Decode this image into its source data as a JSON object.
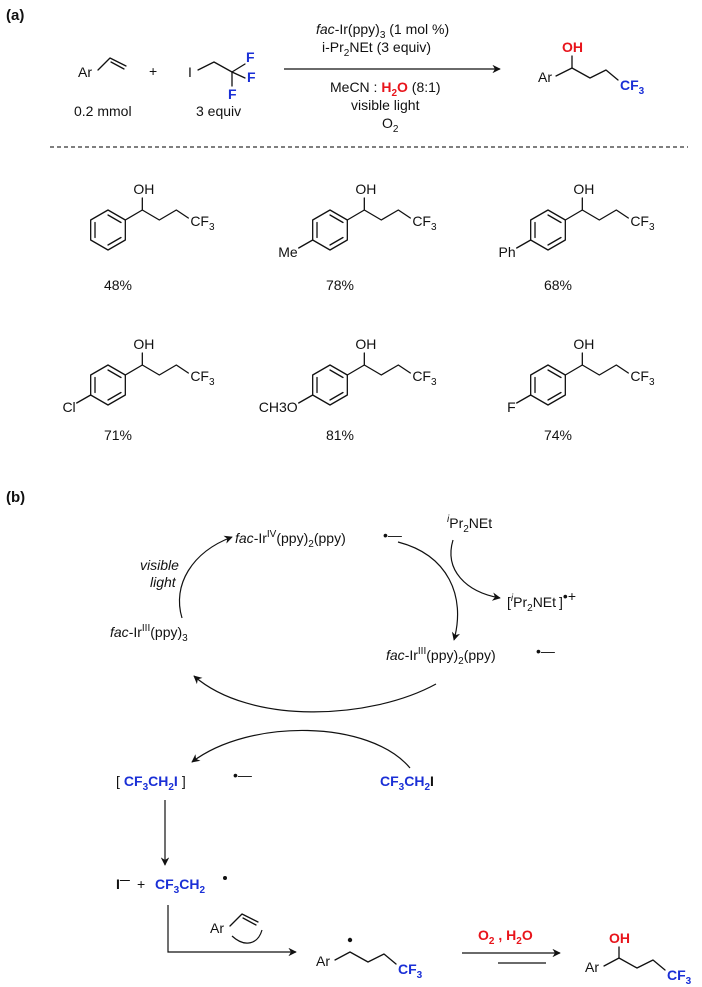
{
  "panel_a": {
    "label": "(a)",
    "ar": "Ar",
    "plus": "+",
    "i_atom": "I",
    "f_atom": "F",
    "styrene_amount": "0.2 mmol",
    "iodide_amount": "3 equiv",
    "conditions": {
      "catalyst_prefix": "fac",
      "catalyst_rest": "-Ir(ppy)",
      "catalyst_sub": "3",
      "catalyst_loading": " (1 mol %)",
      "base_pre": "i-Pr",
      "base_sub": "2",
      "base_post": "NEt (3 equiv)",
      "solvent_pre": "MeCN : ",
      "solvent_water_h": "H",
      "solvent_water_sub": "2",
      "solvent_water_o": "O",
      "solvent_ratio": " (8:1)",
      "light": "visible light",
      "oxygen_o": "O",
      "oxygen_sub": "2"
    },
    "product": {
      "oh": "OH",
      "ar": "Ar",
      "cf": "CF",
      "cf_sub": "3"
    },
    "examples": [
      {
        "substituent": "",
        "yield": "48%"
      },
      {
        "substituent": "Me",
        "yield": "78%"
      },
      {
        "substituent": "Ph",
        "yield": "68%"
      },
      {
        "substituent": "Cl",
        "yield": "71%"
      },
      {
        "substituent": "CH3O",
        "yield": "81%"
      },
      {
        "substituent": "F",
        "yield": "74%"
      }
    ],
    "example_oh": "OH",
    "example_cf": "CF",
    "example_cf_sub": "3"
  },
  "panel_b": {
    "label": "(b)",
    "fac": "fac",
    "ir": "-Ir",
    "ir_iv_sup": "IV",
    "ir_iii_sup": "III",
    "ppy2": "(ppy)",
    "ppy2_sub": "2",
    "ppy_tail": "(ppy)",
    "ppy3": "(ppy)",
    "ppy3_sub": "3",
    "radical_anion": "•—",
    "radical_cation": "•+",
    "amine_sup": "i",
    "amine_pr": "Pr",
    "amine_sub": "2",
    "amine_net": "NEt",
    "visible": "visible",
    "light": "light",
    "cf3ch2i_cf": "CF",
    "cf3ch2i_sub3": "3",
    "cf3ch2i_ch": "CH",
    "cf3ch2i_sub2": "2",
    "cf3ch2i_i": "I",
    "bracket_open": "[",
    "bracket_close": "]",
    "iodide": "I",
    "iodide_charge": "—",
    "plus": "+",
    "ar": "Ar",
    "o2_o": "O",
    "o2_sub": "2",
    "h2o_h": "H",
    "h2o_sub": "2",
    "h2o_o": "O",
    "comma": " , ",
    "oh": "OH",
    "cf": "CF",
    "cf_sub": "3"
  }
}
